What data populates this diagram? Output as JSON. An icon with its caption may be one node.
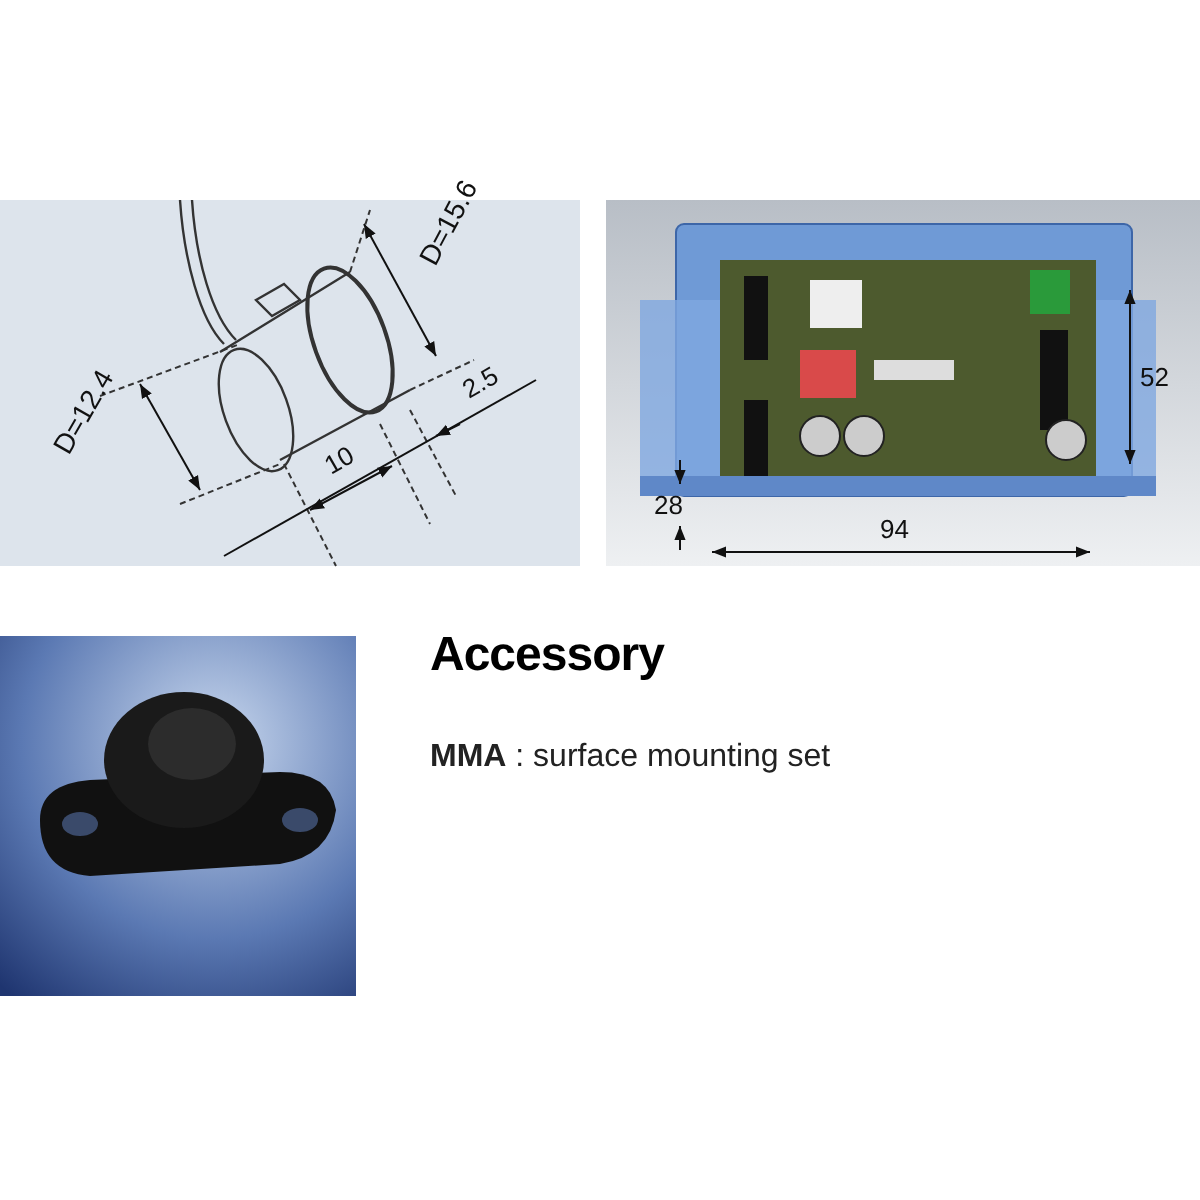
{
  "diagram": {
    "title": "Accessory",
    "labels": [
      "D=15.6",
      "D=12.4",
      "2.5",
      "10",
      "52",
      "28",
      "94",
      "**MMA** : surface mounting set"
    ]
  }
}
